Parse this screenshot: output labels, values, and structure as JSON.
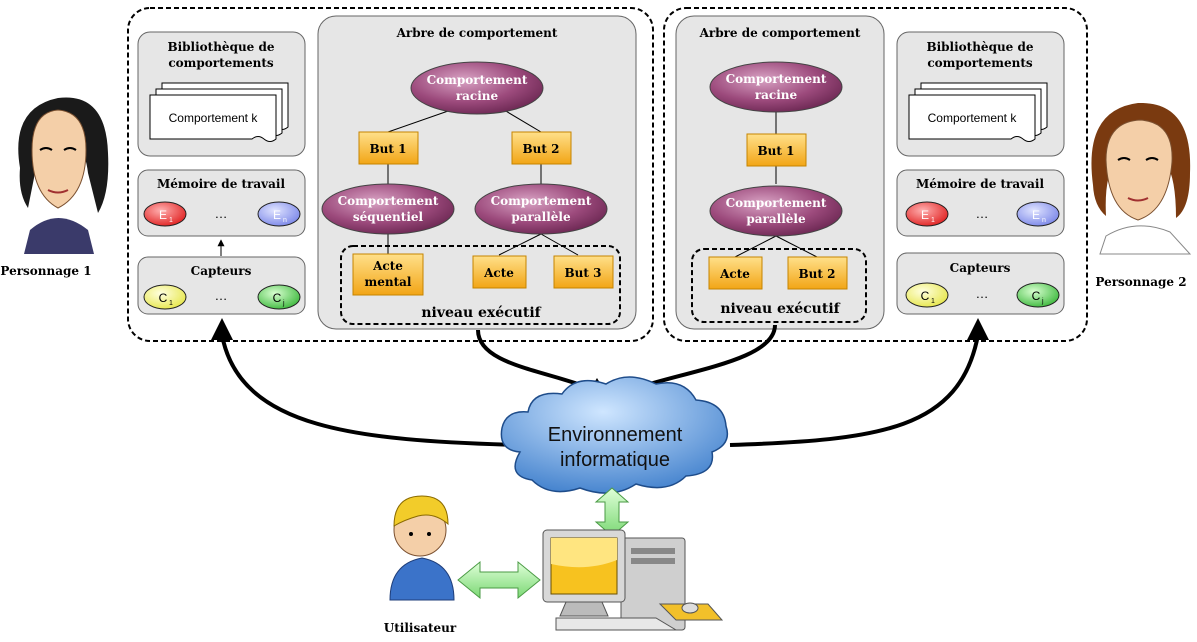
{
  "characters": {
    "left": {
      "label": "Personnage 1"
    },
    "right": {
      "label": "Personnage 2"
    }
  },
  "left_agent": {
    "library": {
      "title_l1": "Bibliothèque de",
      "title_l2": "comportements",
      "page_label": "Comportement k"
    },
    "memory": {
      "title": "Mémoire de travail",
      "e_first": "E",
      "e_first_sub": "1",
      "e_last": "E",
      "e_last_sub": "n",
      "ellipsis": "…"
    },
    "sensors": {
      "title": "Capteurs",
      "c_first": "C",
      "c_first_sub": "1",
      "c_last": "C",
      "c_last_sub": "j",
      "ellipsis": "…"
    },
    "tree": {
      "title": "Arbre de comportement",
      "root_l1": "Comportement",
      "root_l2": "racine",
      "goal1": "But 1",
      "goal2": "But 2",
      "seq_l1": "Comportement",
      "seq_l2": "séquentiel",
      "par_l1": "Comportement",
      "par_l2": "parallèle",
      "mental_l1": "Acte",
      "mental_l2": "mental",
      "act": "Acte",
      "goal3": "But 3",
      "exec_label": "niveau exécutif"
    }
  },
  "right_agent": {
    "library": {
      "title_l1": "Bibliothèque de",
      "title_l2": "comportements",
      "page_label": "Comportement k"
    },
    "memory": {
      "title": "Mémoire de travail",
      "e_first": "E",
      "e_first_sub": "1",
      "e_last": "E",
      "e_last_sub": "n",
      "ellipsis": "…"
    },
    "sensors": {
      "title": "Capteurs",
      "c_first": "C",
      "c_first_sub": "1",
      "c_last": "C",
      "c_last_sub": "j",
      "ellipsis": "…"
    },
    "tree": {
      "title": "Arbre de comportement",
      "root_l1": "Comportement",
      "root_l2": "racine",
      "goal1": "But 1",
      "par_l1": "Comportement",
      "par_l2": "parallèle",
      "act": "Acte",
      "goal2": "But 2",
      "exec_label": "niveau exécutif"
    }
  },
  "environment": {
    "line1": "Environnement",
    "line2": "informatique"
  },
  "user": {
    "label": "Utilisateur"
  },
  "colors": {
    "ellipse_purple": "#8b3a6b",
    "goal_orange": "#f7b733",
    "panel_gray": "#e6e6e6",
    "cloud_blue": "#4f8fd4",
    "arrow_green": "#8ee08a"
  }
}
